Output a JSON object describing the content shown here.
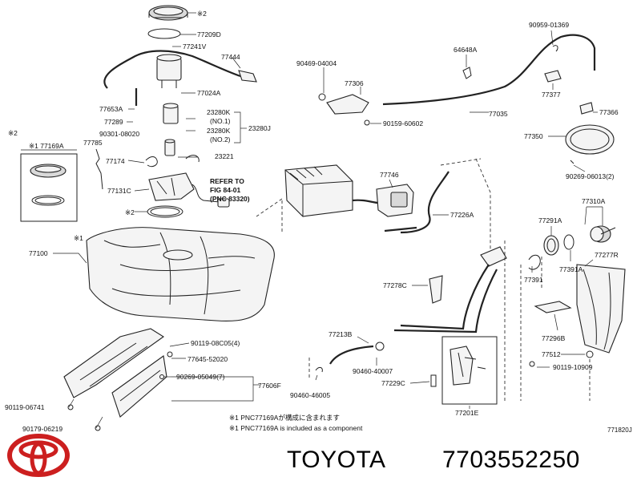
{
  "parts": {
    "p_ring_top": "※2",
    "p_77209D": "77209D",
    "p_77241V": "77241V",
    "p_77444": "77444",
    "p_77024A": "77024A",
    "p_77653A": "77653A",
    "p_77289": "77289",
    "p_90301": "90301-08020",
    "p_23280K1": "23280K",
    "p_no1": "(NO.1)",
    "p_23280K2": "23280K",
    "p_no2": "(NO.2)",
    "p_23280J": "23280J",
    "p_77785": "77785",
    "p_23221": "23221",
    "p_77174": "77174",
    "p_77131C": "77131C",
    "p_ring_mid": "※2",
    "p_77100": "77100",
    "p_77100_mark": "※1",
    "p_90119_08c05": "90119-08C05(4)",
    "p_77645": "77645-52020",
    "p_90269_05049": "90269-05049(7)",
    "p_77606F": "77606F",
    "p_90119_06741": "90119-06741",
    "p_90179": "90179-06219",
    "p_90469": "90469-04004",
    "p_77306": "77306",
    "p_90159": "90159-60602",
    "p_64648A": "64648A",
    "p_90959": "90959-01369",
    "p_77377": "77377",
    "p_77035": "77035",
    "p_77366": "77366",
    "p_77350": "77350",
    "p_90269_06013": "90269-06013(2)",
    "p_77746": "77746",
    "p_77226A": "77226A",
    "p_77310A": "77310A",
    "p_77291A": "77291A",
    "p_77391": "77391",
    "p_77391A": "77391A",
    "p_77277R": "77277R",
    "p_77278C": "77278C",
    "p_77213B": "77213B",
    "p_90460_40007": "90460-40007",
    "p_90460_46005": "90460-46005",
    "p_77229C": "77229C",
    "p_77201E": "77201E",
    "p_77296B": "77296B",
    "p_77512": "77512",
    "p_90119_10909": "90119-10909"
  },
  "kit": {
    "header": "※2",
    "title": "※1 77169A"
  },
  "refer": {
    "line1": "REFER TO",
    "line2": "FIG  84-01",
    "line3": "(PNC  83320)"
  },
  "notes": {
    "jp": "※1  PNC77169Aが構成に含まれます",
    "en": "※1  PNC77169A is included as a component"
  },
  "diagram_code": "771820J",
  "brand": {
    "name": "TOYOTA",
    "part_number": "7703552250",
    "logo_color": "#cc1f1f"
  }
}
